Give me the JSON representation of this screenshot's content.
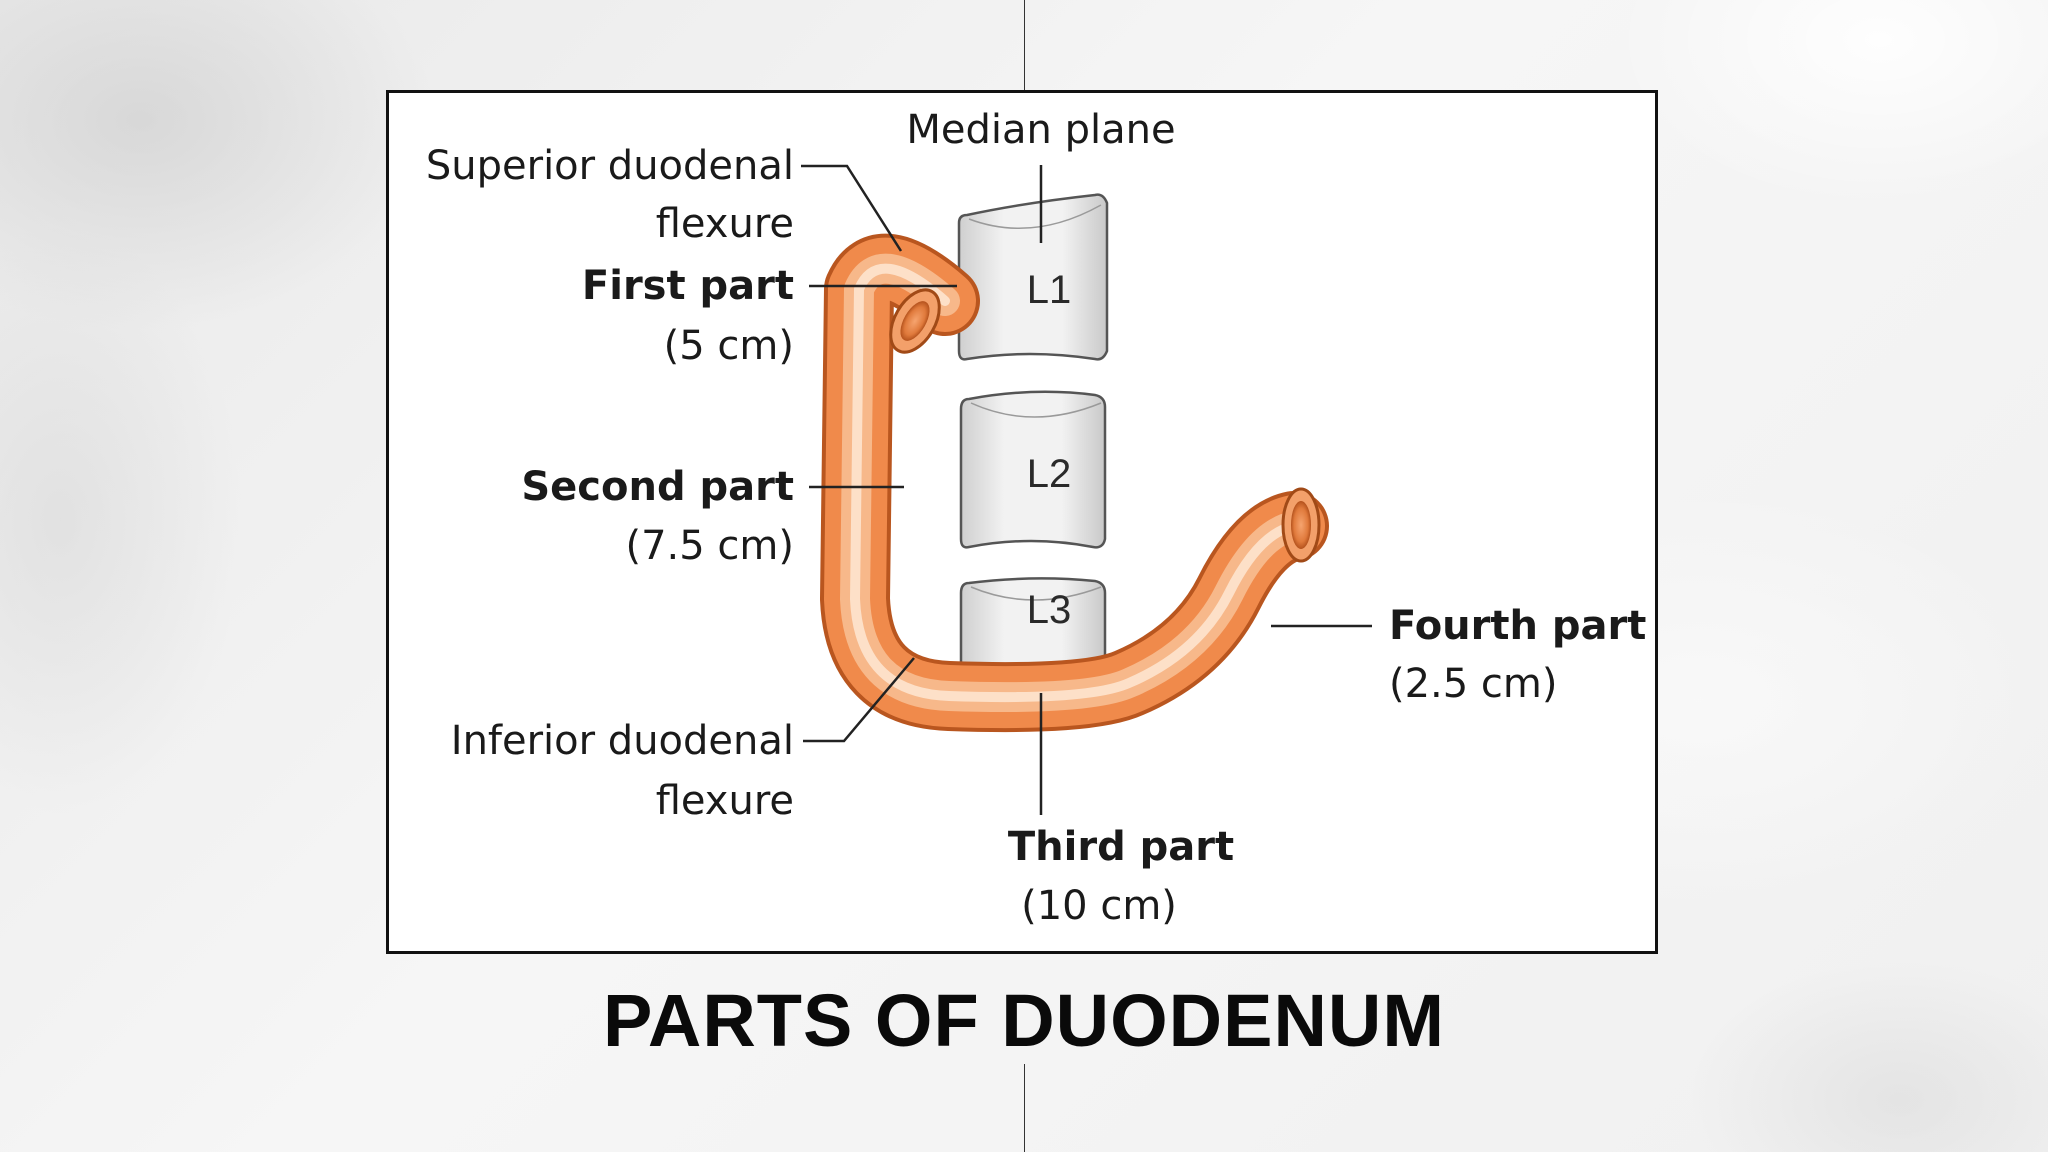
{
  "title": "PARTS OF DUODENUM",
  "diagram": {
    "labels": {
      "median_plane": "Median plane",
      "superior_flexure_line1": "Superior duodenal",
      "superior_flexure_line2": "flexure",
      "first_part": "First part",
      "first_part_size": "(5 cm)",
      "second_part": "Second part",
      "second_part_size": "(7.5 cm)",
      "inferior_flexure_line1": "Inferior duodenal",
      "inferior_flexure_line2": "flexure",
      "third_part": "Third part",
      "third_part_size": "(10 cm)",
      "fourth_part": "Fourth part",
      "fourth_part_size": "(2.5 cm)"
    },
    "vertebrae": [
      "L1",
      "L2",
      "L3"
    ]
  },
  "colors": {
    "duodenum": "#f08a4b",
    "duodenum_highlight": "#fde0c8",
    "duodenum_shadow": "#c85a22",
    "vertebra": "#e6e6e6",
    "frame_border": "#111111"
  }
}
